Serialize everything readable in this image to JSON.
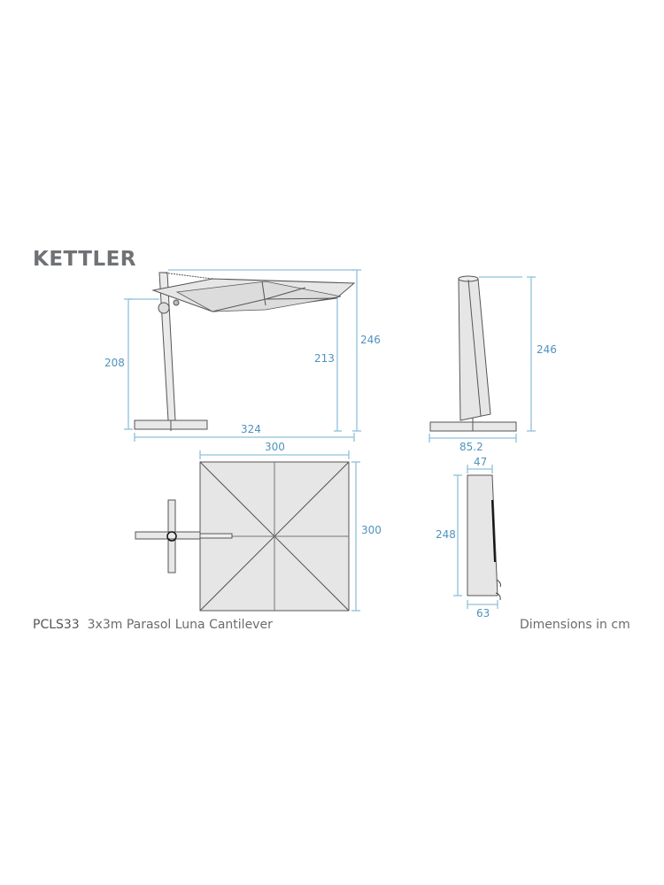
{
  "brand": {
    "logo_text": "KETTLER"
  },
  "product": {
    "code": "PCLS33",
    "name": "3x3m Parasol Luna Cantilever"
  },
  "units_note": "Dimensions in cm",
  "colors": {
    "dimension_line": "#8fc0da",
    "dimension_text": "#4f93bd",
    "fill": "#e8e8e8",
    "outline": "#555555",
    "logo": "#6f7275"
  },
  "views": {
    "side_open": {
      "pole_to_canopy_height": "208",
      "canopy_edge_height": "213",
      "total_height": "246",
      "total_width": "324"
    },
    "side_closed": {
      "total_height": "246",
      "base_width": "85.2"
    },
    "top": {
      "canopy_width": "300",
      "canopy_depth": "300"
    },
    "cover": {
      "top_width": "47",
      "height": "248",
      "bottom_width": "63"
    }
  }
}
